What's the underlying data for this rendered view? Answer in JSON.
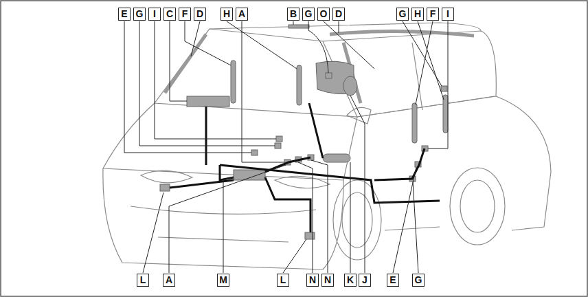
{
  "diagram": {
    "labels": [
      "E",
      "G",
      "I",
      "C",
      "F",
      "D",
      "H",
      "A",
      "B",
      "G",
      "O",
      "D",
      "G",
      "H",
      "F",
      "I",
      "L",
      "A",
      "M",
      "L",
      "N",
      "N",
      "K",
      "J",
      "E",
      "G"
    ]
  }
}
